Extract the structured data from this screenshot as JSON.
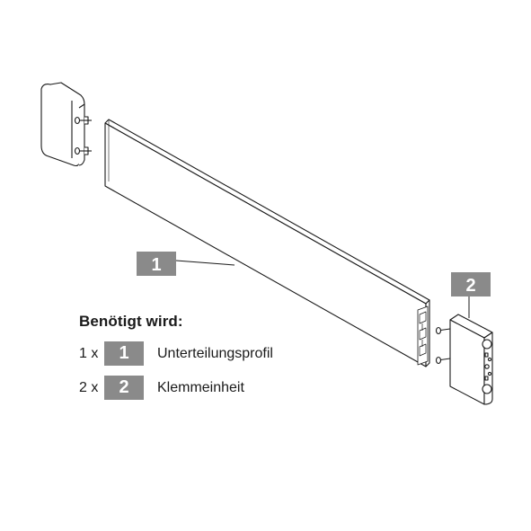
{
  "callouts": [
    {
      "label": "1"
    },
    {
      "label": "2"
    }
  ],
  "legend": {
    "title": "Benötigt wird:",
    "items": [
      {
        "qty": "1 x",
        "part": "1",
        "name": "Unterteilungsprofil"
      },
      {
        "qty": "2 x",
        "part": "2",
        "name": "Klemmeinheit"
      }
    ]
  },
  "colors": {
    "callout_bg": "#8a8a8a",
    "line": "#1a1a1a"
  }
}
